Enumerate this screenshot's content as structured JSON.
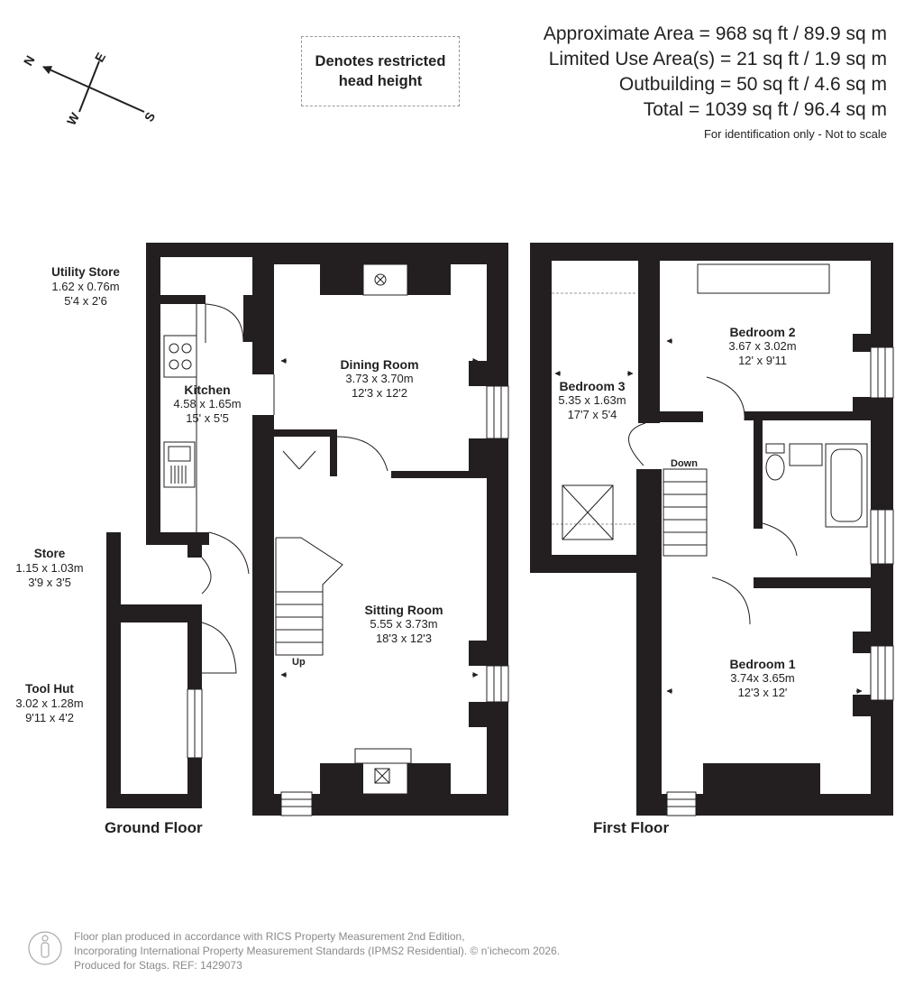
{
  "areas": {
    "approx": "Approximate Area = 968 sq ft / 89.9 sq m",
    "limited": "Limited Use Area(s) = 21 sq ft / 1.9 sq m",
    "outbuilding": "Outbuilding = 50 sq ft / 4.6 sq m",
    "total": "Total = 1039 sq ft / 96.4 sq m",
    "note": "For identification only - Not to scale"
  },
  "legend": {
    "line1": "Denotes restricted",
    "line2": "head height"
  },
  "compass": {
    "n": "N",
    "e": "E",
    "s": "S",
    "w": "W"
  },
  "floors": {
    "ground": "Ground Floor",
    "first": "First Floor"
  },
  "rooms": {
    "dining": {
      "name": "Dining Room",
      "metric": "3.73 x 3.70m",
      "imperial": "12'3 x 12'2"
    },
    "kitchen": {
      "name": "Kitchen",
      "metric": "4.58 x 1.65m",
      "imperial": "15' x 5'5"
    },
    "sitting": {
      "name": "Sitting Room",
      "metric": "5.55 x 3.73m",
      "imperial": "18'3 x 12'3"
    },
    "bed1": {
      "name": "Bedroom 1",
      "metric": "3.74x 3.65m",
      "imperial": "12'3 x 12'"
    },
    "bed2": {
      "name": "Bedroom 2",
      "metric": "3.67 x 3.02m",
      "imperial": "12' x 9'11"
    },
    "bed3": {
      "name": "Bedroom 3",
      "metric": "5.35 x 1.63m",
      "imperial": "17'7 x 5'4"
    }
  },
  "external": {
    "utility": {
      "name": "Utility Store",
      "metric": "1.62 x 0.76m",
      "imperial": "5'4 x 2'6"
    },
    "store": {
      "name": "Store",
      "metric": "1.15 x 1.03m",
      "imperial": "3'9 x 3'5"
    },
    "toolhut": {
      "name": "Tool Hut",
      "metric": "3.02 x 1.28m",
      "imperial": "9'11 x 4'2"
    }
  },
  "stairs": {
    "up": "Up",
    "down": "Down"
  },
  "footer": {
    "line1": "Floor plan produced in accordance with RICS Property Measurement 2nd Edition,",
    "line2": "Incorporating International Property Measurement Standards (IPMS2 Residential).  © n’ichecom 2026.",
    "line3": "Produced for Stags.   REF: 1429073"
  },
  "colors": {
    "wall": "#231f20",
    "text": "#222222",
    "footer_text": "#8a8a8a",
    "dashed": "#999999"
  }
}
